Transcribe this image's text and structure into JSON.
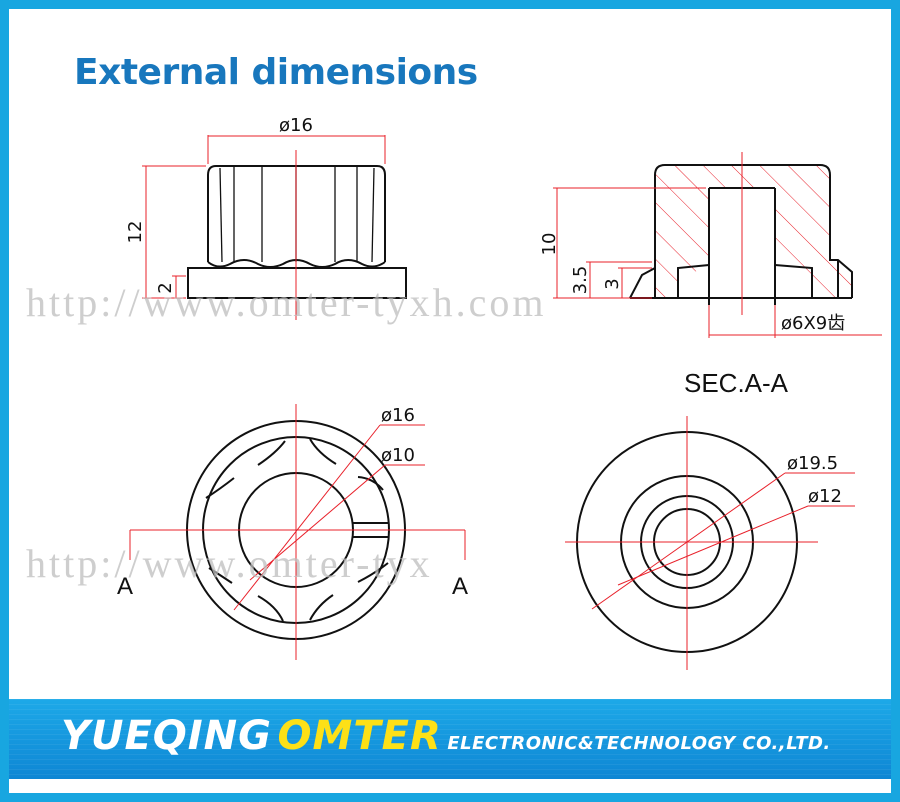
{
  "title": "External dimensions",
  "views": {
    "front": {
      "dim_diameter": "ø16",
      "dim_height": "12",
      "dim_flange": "2"
    },
    "section": {
      "dim_height": "10",
      "dim_step": "3.5",
      "dim_bore_depth": "3",
      "dim_bore": "ø6X9齿"
    },
    "top": {
      "dim_outer": "ø16",
      "dim_inner": "ø10",
      "cut_left": "A",
      "cut_right": "A"
    },
    "bottom": {
      "heading": "SEC.A-A",
      "dim_outer": "ø19.5",
      "dim_inner": "ø12"
    }
  },
  "watermark_1": "http://www.omter-tyxh.com",
  "watermark_2": "http://www.omter-tyx",
  "banner": {
    "brand_1": "YUEQING",
    "brand_2": "OMTER",
    "tagline": "ELECTRONIC&TECHNOLOGY  CO.,LTD."
  },
  "colors": {
    "frame": "#18a6e0",
    "title": "#1877bd",
    "dimension_lines": "#e8202a",
    "outline": "#111111",
    "banner": "#1497dc",
    "brand_highlight": "#fde017"
  }
}
